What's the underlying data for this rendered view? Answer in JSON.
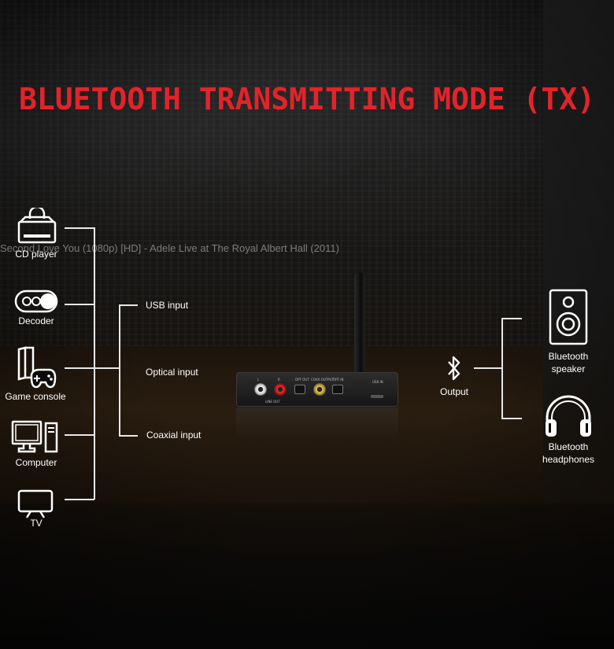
{
  "title": "BLUETOOTH TRANSMITTING MODE (TX)",
  "background_caption": "Second Love You (1080p) [HD] - Adele Live at The Royal Albert Hall (2011)",
  "sources": [
    {
      "label": "CD player",
      "icon": "cd-player-icon"
    },
    {
      "label": "Decoder",
      "icon": "decoder-icon"
    },
    {
      "label": "Game console",
      "icon": "game-console-icon"
    },
    {
      "label": "Computer",
      "icon": "computer-icon"
    },
    {
      "label": "TV",
      "icon": "tv-icon"
    }
  ],
  "inputs": [
    "USB input",
    "Optical input",
    "Coaxial input"
  ],
  "device": {
    "ports": [
      "L",
      "R",
      "OPT OUT",
      "COAX OUTPUT",
      "OPT IN",
      "USB IN"
    ],
    "sub_label": "LINE OUT"
  },
  "output": {
    "label": "Output",
    "icon": "bluetooth-icon"
  },
  "outputs": [
    {
      "label_line1": "Bluetooth",
      "label_line2": "speaker",
      "icon": "speaker-icon"
    },
    {
      "label_line1": "Bluetooth",
      "label_line2": "headphones",
      "icon": "headphones-icon"
    }
  ],
  "colors": {
    "title": "#e3232a",
    "lines": "#e8e8e8"
  }
}
